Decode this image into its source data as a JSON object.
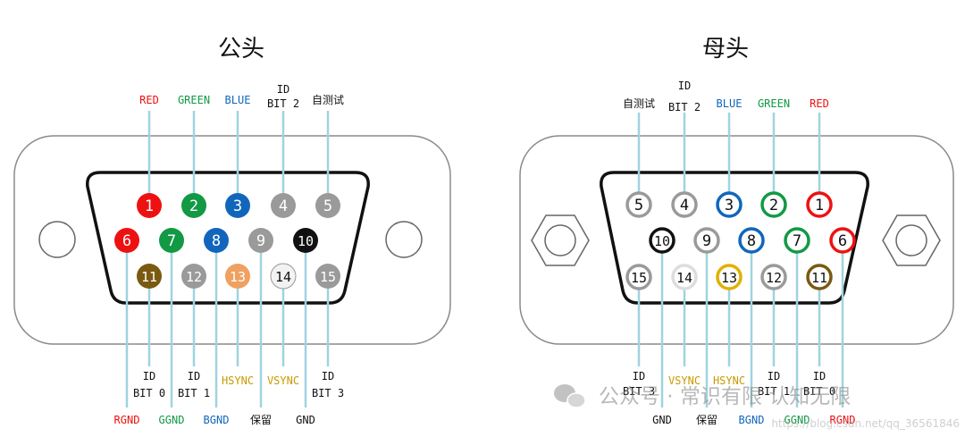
{
  "colors": {
    "red": "#ee1111",
    "green": "#119944",
    "blue": "#1166bb",
    "gray": "#9a9a9a",
    "black": "#111111",
    "brown": "#7a5a10",
    "orange": "#f0a060",
    "white": "#f2f2f2",
    "yellow": "#e0b000",
    "gold_text": "#c99a00",
    "lead": "#9fd3e0"
  },
  "male": {
    "title": "公头",
    "pins": [
      {
        "n": "1",
        "color": "red"
      },
      {
        "n": "2",
        "color": "green"
      },
      {
        "n": "3",
        "color": "blue"
      },
      {
        "n": "4",
        "color": "gray"
      },
      {
        "n": "5",
        "color": "gray"
      },
      {
        "n": "6",
        "color": "red"
      },
      {
        "n": "7",
        "color": "green"
      },
      {
        "n": "8",
        "color": "blue"
      },
      {
        "n": "9",
        "color": "gray"
      },
      {
        "n": "10",
        "color": "black"
      },
      {
        "n": "11",
        "color": "brown"
      },
      {
        "n": "12",
        "color": "gray"
      },
      {
        "n": "13",
        "color": "orange"
      },
      {
        "n": "14",
        "color": "white"
      },
      {
        "n": "15",
        "color": "gray"
      }
    ],
    "top_labels": [
      {
        "pin": "1",
        "lines": [
          "RED"
        ],
        "color": "red"
      },
      {
        "pin": "2",
        "lines": [
          "GREEN"
        ],
        "color": "green"
      },
      {
        "pin": "3",
        "lines": [
          "BLUE"
        ],
        "color": "blue"
      },
      {
        "pin": "4",
        "lines": [
          "ID",
          "BIT 2"
        ],
        "color": "black"
      },
      {
        "pin": "5",
        "lines": [
          "自测试"
        ],
        "color": "black"
      }
    ],
    "mid_labels": [
      {
        "pin": "11",
        "lines": [
          "ID",
          "BIT 0"
        ],
        "color": "black"
      },
      {
        "pin": "12",
        "lines": [
          "ID",
          "BIT 1"
        ],
        "color": "black"
      },
      {
        "pin": "13",
        "lines": [
          "HSYNC"
        ],
        "color": "gold_text"
      },
      {
        "pin": "14",
        "lines": [
          "VSYNC"
        ],
        "color": "gold_text"
      },
      {
        "pin": "15",
        "lines": [
          "ID",
          "BIT 3"
        ],
        "color": "black"
      }
    ],
    "bottom_labels": [
      {
        "pin": "6",
        "text": "RGND",
        "color": "red"
      },
      {
        "pin": "7",
        "text": "GGND",
        "color": "green"
      },
      {
        "pin": "8",
        "text": "BGND",
        "color": "blue"
      },
      {
        "pin": "9",
        "text": "保留",
        "color": "black"
      },
      {
        "pin": "10",
        "text": "GND",
        "color": "black"
      }
    ]
  },
  "female": {
    "title": "母头",
    "pins": [
      {
        "n": "5",
        "color": "gray"
      },
      {
        "n": "4",
        "color": "gray"
      },
      {
        "n": "3",
        "color": "blue"
      },
      {
        "n": "2",
        "color": "green"
      },
      {
        "n": "1",
        "color": "red"
      },
      {
        "n": "10",
        "color": "black"
      },
      {
        "n": "9",
        "color": "gray"
      },
      {
        "n": "8",
        "color": "blue"
      },
      {
        "n": "7",
        "color": "green"
      },
      {
        "n": "6",
        "color": "red"
      },
      {
        "n": "15",
        "color": "gray"
      },
      {
        "n": "14",
        "color": "white"
      },
      {
        "n": "13",
        "color": "yellow"
      },
      {
        "n": "12",
        "color": "gray"
      },
      {
        "n": "11",
        "color": "brown"
      }
    ],
    "top_labels": [
      {
        "pin": "5",
        "lines": [
          "自测试"
        ],
        "color": "black"
      },
      {
        "pin": "4",
        "lines": [
          "ID",
          "BIT 2"
        ],
        "color": "black"
      },
      {
        "pin": "3",
        "lines": [
          "BLUE"
        ],
        "color": "blue"
      },
      {
        "pin": "2",
        "lines": [
          "GREEN"
        ],
        "color": "green"
      },
      {
        "pin": "1",
        "lines": [
          "RED"
        ],
        "color": "red"
      }
    ],
    "mid_labels": [
      {
        "pin": "15",
        "lines": [
          "ID",
          "BIT 3"
        ],
        "color": "black"
      },
      {
        "pin": "14",
        "lines": [
          "VSYNC"
        ],
        "color": "gold_text"
      },
      {
        "pin": "13",
        "lines": [
          "HSYNC"
        ],
        "color": "gold_text"
      },
      {
        "pin": "12",
        "lines": [
          "ID",
          "BIT 1"
        ],
        "color": "black"
      },
      {
        "pin": "11",
        "lines": [
          "ID",
          "BIT 0"
        ],
        "color": "black"
      }
    ],
    "bottom_labels": [
      {
        "pin": "10",
        "text": "GND",
        "color": "black"
      },
      {
        "pin": "9",
        "text": "保留",
        "color": "black"
      },
      {
        "pin": "8",
        "text": "BGND",
        "color": "blue"
      },
      {
        "pin": "7",
        "text": "GGND",
        "color": "green"
      },
      {
        "pin": "6",
        "text": "RGND",
        "color": "red"
      }
    ]
  },
  "watermark": {
    "text": "公众号 · 常识有限 认知无限",
    "url": "https://blog.csdn.net/qq_36561846",
    "icon": "wechat-icon"
  }
}
